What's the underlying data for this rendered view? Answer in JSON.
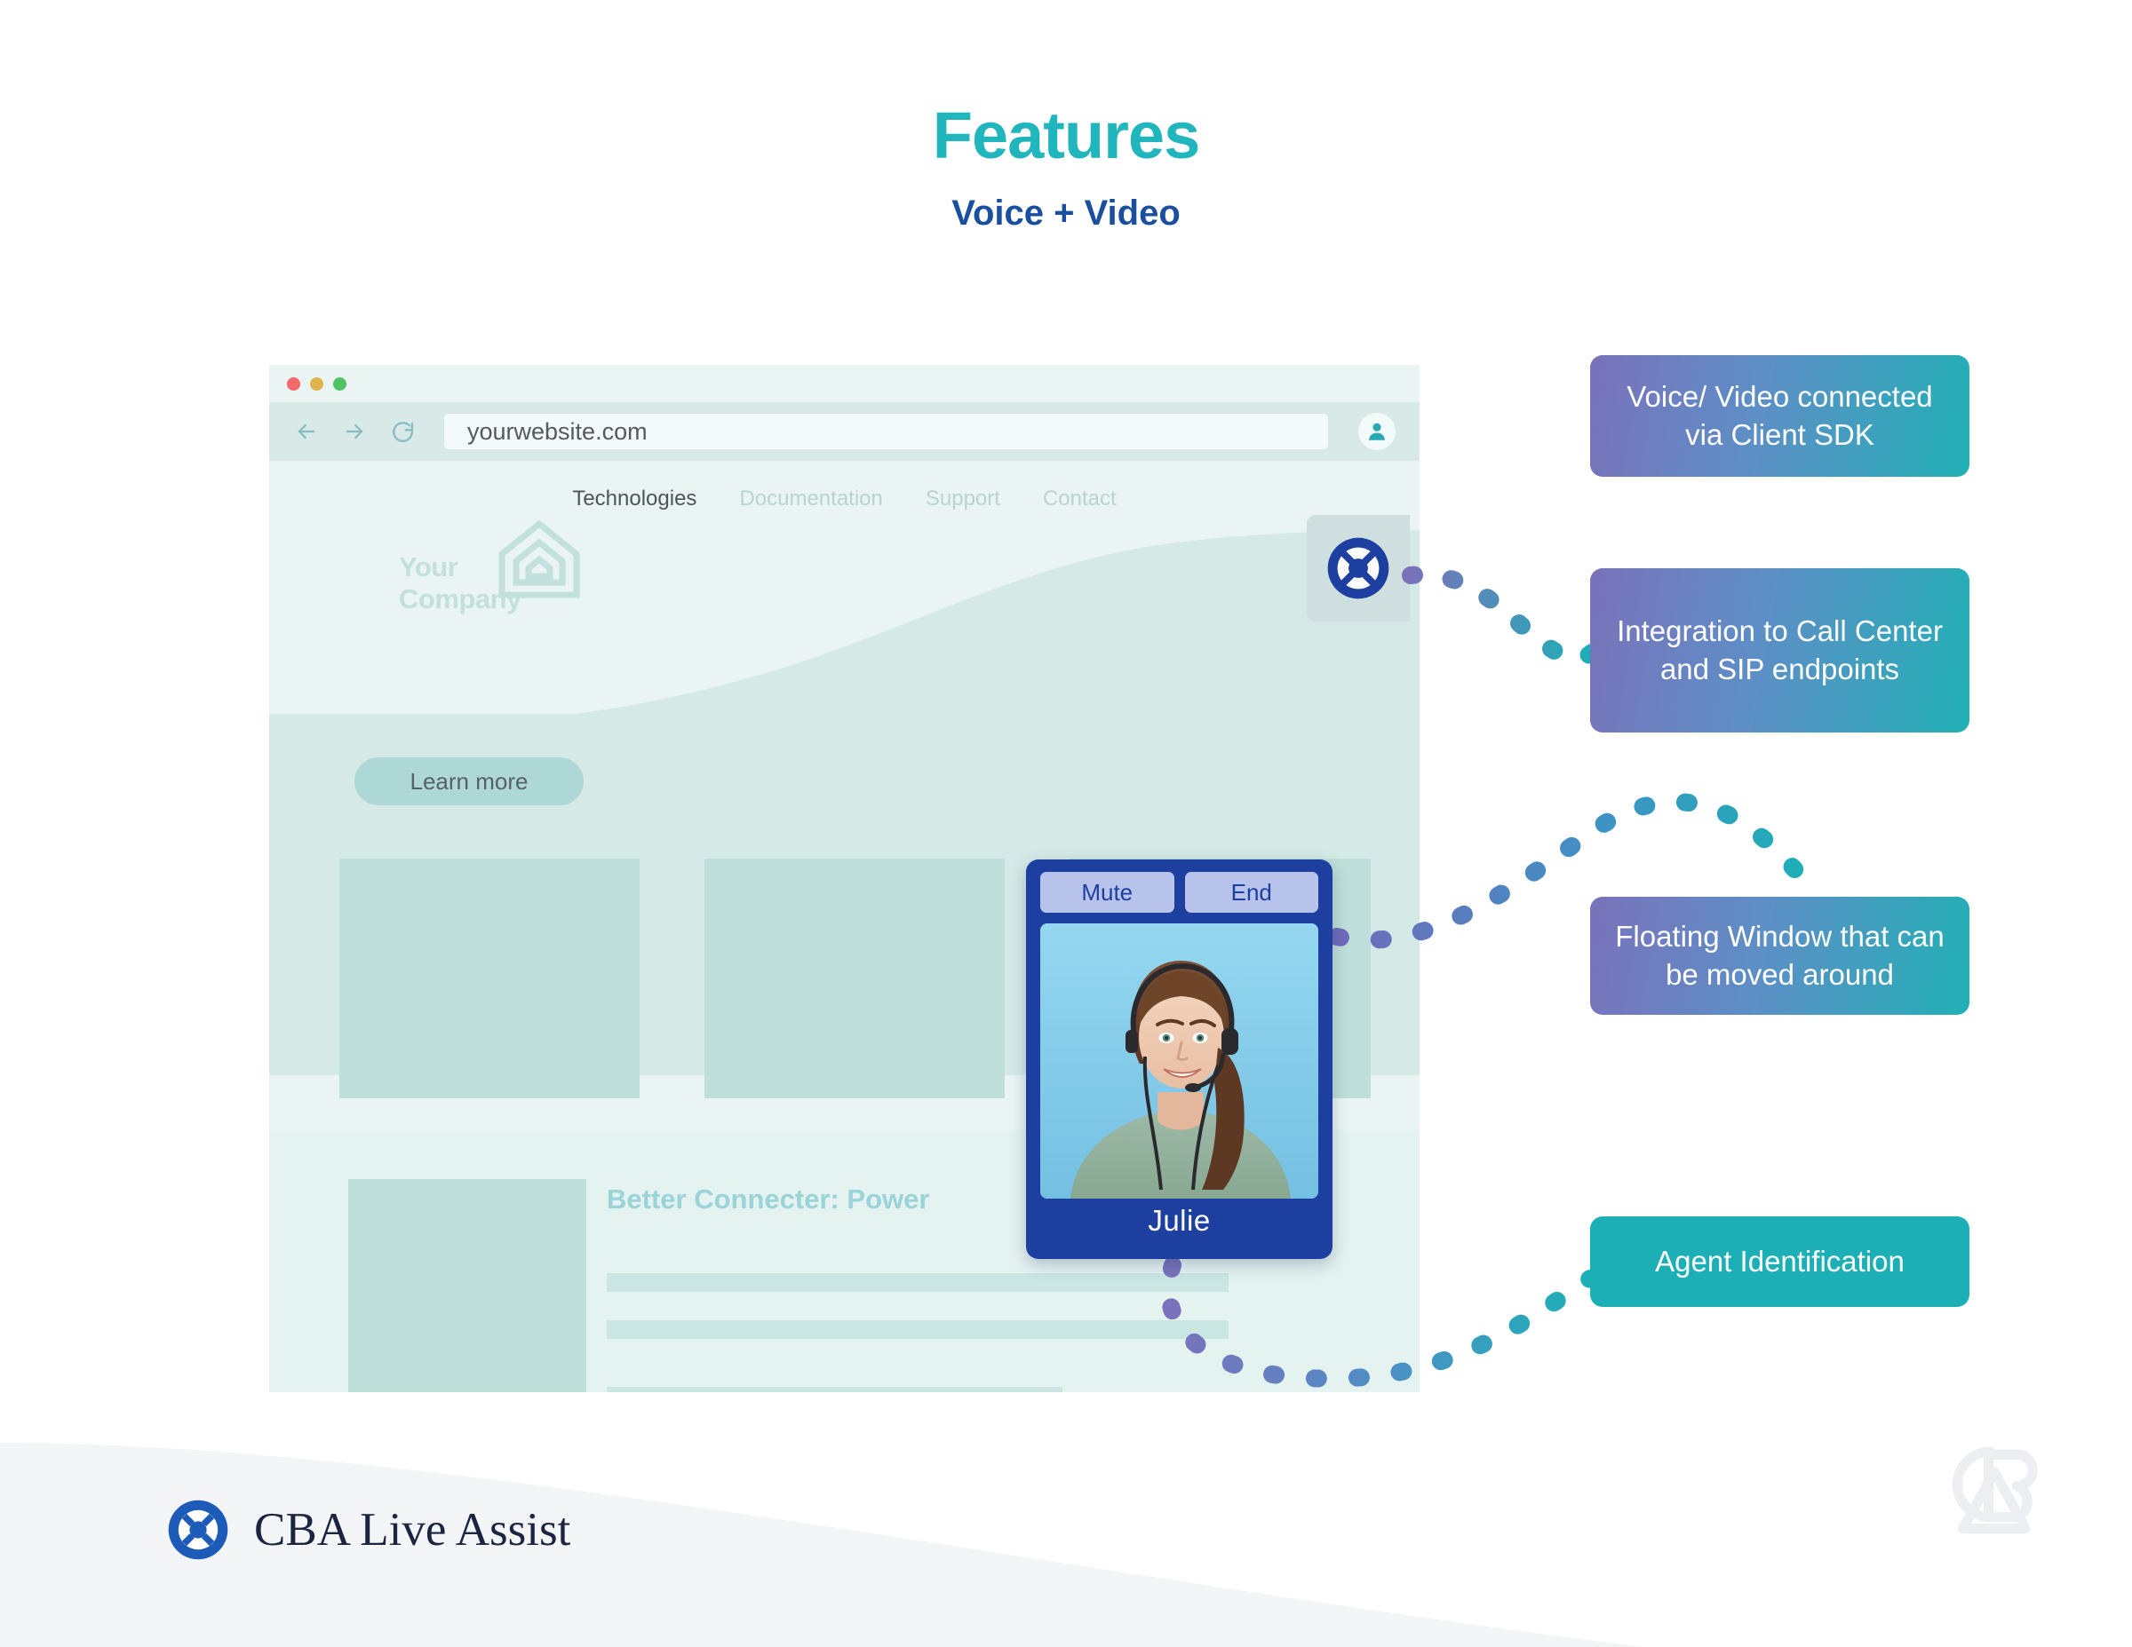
{
  "header": {
    "title": "Features",
    "subtitle": "Voice + Video",
    "title_color": "#21b5bd",
    "subtitle_color": "#1a4fa0"
  },
  "browser": {
    "url": "yourwebsite.com",
    "traffic_lights": [
      "red",
      "yellow",
      "green"
    ],
    "back_icon": "arrow-left-icon",
    "forward_icon": "arrow-right-icon",
    "reload_icon": "reload-icon",
    "profile_icon": "user-avatar-icon",
    "nav_items": [
      {
        "label": "Technologies",
        "active": true
      },
      {
        "label": "Documentation",
        "active": false
      },
      {
        "label": "Support",
        "active": false
      },
      {
        "label": "Contact",
        "active": false
      }
    ],
    "logo": {
      "line1": "Your",
      "line2": "Company",
      "mark": "house-outline-icon",
      "color": "#c2e1dd"
    },
    "cta_label": "Learn more",
    "lower_heading": "Better Connecter: Power",
    "launcher_icon": "life-ring-icon"
  },
  "call_window": {
    "mute_label": "Mute",
    "end_label": "End",
    "agent_name": "Julie",
    "frame_color": "#1c3fa0",
    "button_color": "#b8c3ec"
  },
  "callouts": [
    {
      "text": "Voice/ Video connected via Client SDK",
      "style": "gradient"
    },
    {
      "text": "Integration to Call Center and SIP endpoints",
      "style": "gradient"
    },
    {
      "text": "Floating Window that can be moved around",
      "style": "gradient"
    },
    {
      "text": "Agent Identification",
      "style": "solid"
    }
  ],
  "footer": {
    "brand": "CBA Live Assist",
    "logo_icon": "life-ring-icon",
    "watermark_icon": "cba-monogram-icon",
    "logo_color": "#1c5bb8",
    "text_color": "#1b2542"
  },
  "palette": {
    "teal": "#1cb0b6",
    "purple": "#7a72bb",
    "navy": "#1c3fa0",
    "page_bg": "#eaf5f3"
  }
}
